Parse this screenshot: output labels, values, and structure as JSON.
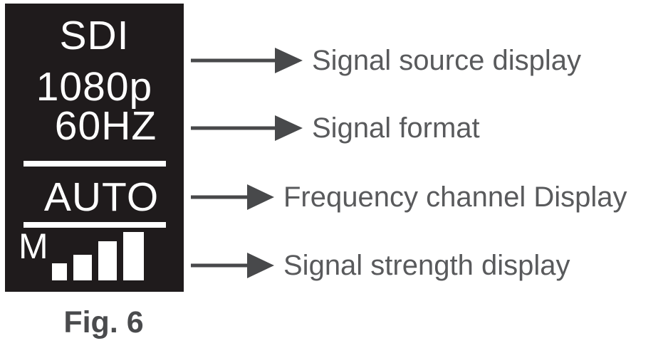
{
  "display_panel": {
    "lines": [
      "SDI",
      "1080p",
      "60HZ"
    ],
    "frequency_channel": "AUTO",
    "mode_indicator": "M",
    "signal_strength": {
      "bars_total": 4,
      "bar_widths": [
        21,
        26,
        26,
        29
      ],
      "bar_heights": [
        24,
        36,
        55,
        68
      ]
    }
  },
  "annotations": [
    {
      "label": "Signal source display"
    },
    {
      "label": "Signal format"
    },
    {
      "label": "Frequency channel Display"
    },
    {
      "label": "Signal strength display"
    }
  ],
  "caption": "Fig. 6",
  "colors": {
    "panel_bg": "#1f1b1c",
    "panel_text": "#ffffff",
    "arrow": "#48494b",
    "label_text": "#595a5c",
    "caption_text": "#4a4b4d",
    "page_bg": "#ffffff"
  }
}
